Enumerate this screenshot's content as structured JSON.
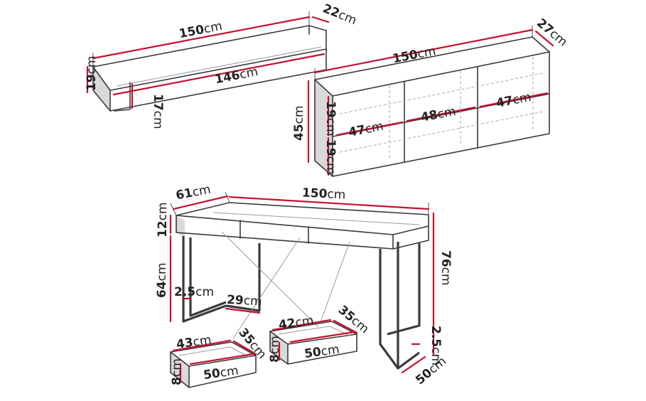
{
  "colors": {
    "dimension_line": "#c8102e",
    "outline": "#3a3a3a",
    "text": "#222222",
    "background": "#ffffff"
  },
  "shelf": {
    "width": {
      "num": "150",
      "unit": "cm"
    },
    "depth": {
      "num": "22",
      "unit": "cm"
    },
    "height": {
      "num": "19",
      "unit": "cm"
    },
    "inner_width": {
      "num": "146",
      "unit": "cm"
    },
    "inner_height": {
      "num": "17",
      "unit": "cm"
    }
  },
  "cabinet": {
    "width": {
      "num": "150",
      "unit": "cm"
    },
    "depth": {
      "num": "27",
      "unit": "cm"
    },
    "height": {
      "num": "45",
      "unit": "cm"
    },
    "compartment_height_top": {
      "num": "19",
      "unit": "cm"
    },
    "compartment_height_bottom": {
      "num": "19",
      "unit": "cm"
    },
    "compartment_left": {
      "num": "47",
      "unit": "cm"
    },
    "compartment_middle": {
      "num": "48",
      "unit": "cm"
    },
    "compartment_right": {
      "num": "47",
      "unit": "cm"
    }
  },
  "desk": {
    "depth": {
      "num": "61",
      "unit": "cm"
    },
    "width": {
      "num": "150",
      "unit": "cm"
    },
    "top_height": {
      "num": "12",
      "unit": "cm"
    },
    "leg_height": {
      "num": "64",
      "unit": "cm"
    },
    "total_height": {
      "num": "76",
      "unit": "cm"
    },
    "leg_profile": {
      "num": "2.5",
      "unit": "cm"
    },
    "leg_foot": {
      "num": "29",
      "unit": "cm"
    },
    "leg_profile_right": {
      "num": "2.5",
      "unit": "cm"
    },
    "base_depth": {
      "num": "50",
      "unit": "cm"
    }
  },
  "drawer_left": {
    "width": {
      "num": "43",
      "unit": "cm"
    },
    "depth": {
      "num": "35",
      "unit": "cm"
    },
    "height": {
      "num": "8",
      "unit": "cm"
    },
    "length": {
      "num": "50",
      "unit": "cm"
    }
  },
  "drawer_right": {
    "width": {
      "num": "42",
      "unit": "cm"
    },
    "depth": {
      "num": "35",
      "unit": "cm"
    },
    "height": {
      "num": "8",
      "unit": "cm"
    },
    "length": {
      "num": "50",
      "unit": "cm"
    }
  }
}
